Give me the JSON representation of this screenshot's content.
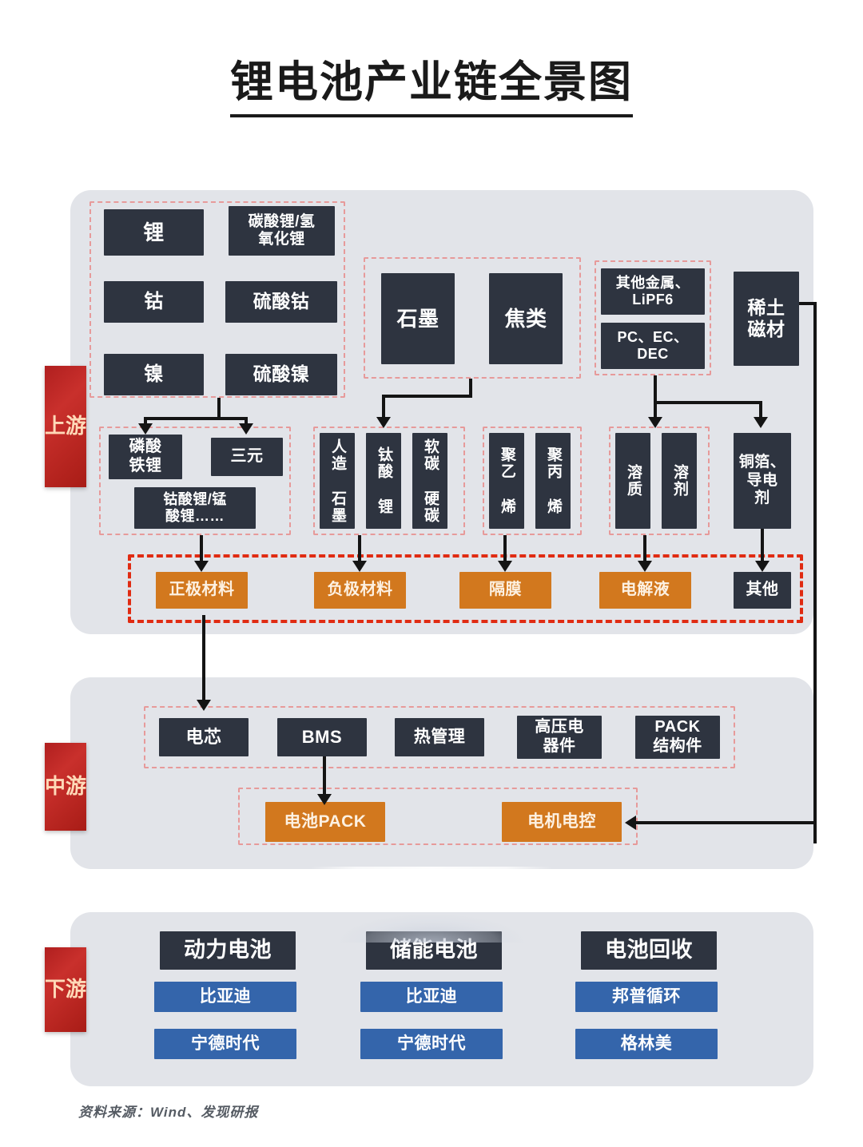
{
  "title": "锂电池产业链全景图",
  "source_note": "资料来源：Wind、发现研报",
  "colors": {
    "dark": "#2e3440",
    "orange": "#d2781e",
    "blue": "#3465ab",
    "badge_red": "#b01f1f",
    "dashed_pink": "#e79a9a",
    "dashed_red": "#e02b12",
    "panel": "#e2e4e9"
  },
  "stages": {
    "upstream": "上游",
    "midstream": "中游",
    "downstream": "下游"
  },
  "upstream": {
    "metals_group": [
      {
        "label": "锂"
      },
      {
        "label": "碳酸锂/氢\n氧化锂"
      },
      {
        "label": "钴"
      },
      {
        "label": "硫酸钴"
      },
      {
        "label": "镍"
      },
      {
        "label": "硫酸镍"
      }
    ],
    "carbon_group": [
      {
        "label": "石墨"
      },
      {
        "label": "焦类"
      }
    ],
    "electrolyte_raw_group": [
      {
        "label": "其他金属、\nLiPF6"
      },
      {
        "label": "PC、EC、\nDEC"
      }
    ],
    "rare_earth": {
      "label": "稀土\n磁材"
    },
    "cathode_group": [
      {
        "label": "磷酸\n铁锂"
      },
      {
        "label": "三元"
      },
      {
        "label": "钴酸锂/锰\n酸锂……"
      }
    ],
    "anode_group": [
      {
        "label": "人造\n石墨"
      },
      {
        "label": "钛酸\n锂"
      },
      {
        "label": "软碳\n硬碳"
      }
    ],
    "separator_group": [
      {
        "label": "聚乙\n烯"
      },
      {
        "label": "聚丙\n烯"
      }
    ],
    "electrolyte_group": [
      {
        "label": "溶质"
      },
      {
        "label": "溶剂"
      }
    ],
    "other_raw": {
      "label": "铜箔、\n导电\n剂"
    },
    "materials_row": [
      {
        "label": "正极材料",
        "color": "orange"
      },
      {
        "label": "负极材料",
        "color": "orange"
      },
      {
        "label": "隔膜",
        "color": "orange"
      },
      {
        "label": "电解液",
        "color": "orange"
      },
      {
        "label": "其他",
        "color": "dark"
      }
    ]
  },
  "midstream": {
    "components": [
      {
        "label": "电芯"
      },
      {
        "label": "BMS"
      },
      {
        "label": "热管理"
      },
      {
        "label": "高压电\n器件"
      },
      {
        "label": "PACK\n结构件"
      }
    ],
    "assemblies": [
      {
        "label": "电池PACK"
      },
      {
        "label": "电机电控"
      }
    ]
  },
  "downstream": {
    "columns": [
      {
        "header": "动力电池",
        "companies": [
          "比亚迪",
          "宁德时代"
        ]
      },
      {
        "header": "储能电池",
        "companies": [
          "比亚迪",
          "宁德时代"
        ]
      },
      {
        "header": "电池回收",
        "companies": [
          "邦普循环",
          "格林美"
        ]
      }
    ]
  }
}
